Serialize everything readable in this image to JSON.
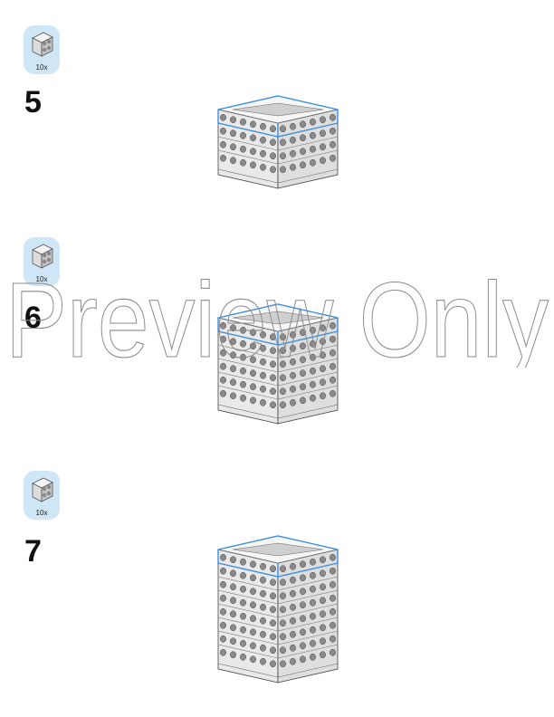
{
  "steps": [
    {
      "number": "5",
      "part_quantity": "10x",
      "rows": 4
    },
    {
      "number": "6",
      "part_quantity": "10x",
      "rows": 6
    },
    {
      "number": "7",
      "part_quantity": "10x",
      "rows": 8
    }
  ],
  "watermark": {
    "text": "Preview Only"
  },
  "colors": {
    "callout_bg": "#cfe6f7",
    "highlight": "#3b8fe0",
    "brick": "#e9e9e9",
    "stud": "#8a8a8a"
  },
  "icons": {
    "part": "brick-1x2x2-icon"
  }
}
